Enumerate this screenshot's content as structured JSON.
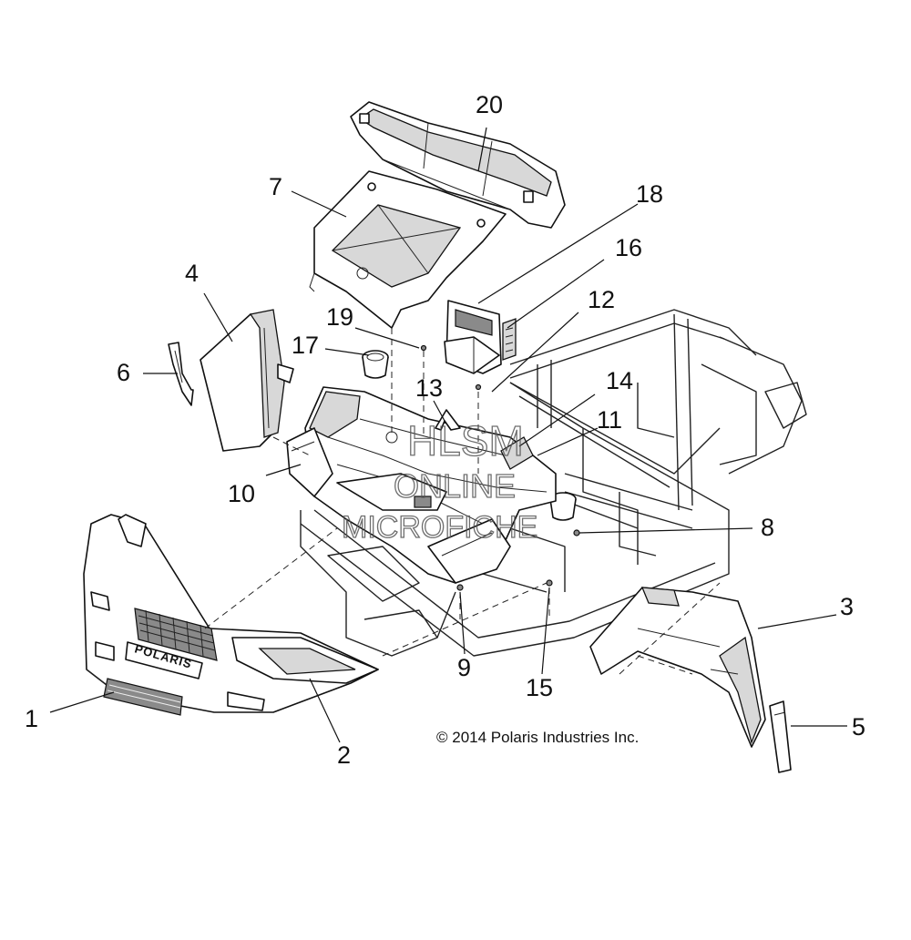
{
  "callouts": [
    {
      "id": "c1",
      "label": "1"
    },
    {
      "id": "c2",
      "label": "2"
    },
    {
      "id": "c3",
      "label": "3"
    },
    {
      "id": "c4",
      "label": "4"
    },
    {
      "id": "c5",
      "label": "5"
    },
    {
      "id": "c6",
      "label": "6"
    },
    {
      "id": "c7",
      "label": "7"
    },
    {
      "id": "c8",
      "label": "8"
    },
    {
      "id": "c9",
      "label": "9"
    },
    {
      "id": "c10",
      "label": "10"
    },
    {
      "id": "c11",
      "label": "11"
    },
    {
      "id": "c12",
      "label": "12"
    },
    {
      "id": "c13",
      "label": "13"
    },
    {
      "id": "c14",
      "label": "14"
    },
    {
      "id": "c15",
      "label": "15"
    },
    {
      "id": "c16",
      "label": "16"
    },
    {
      "id": "c17",
      "label": "17"
    },
    {
      "id": "c18",
      "label": "18"
    },
    {
      "id": "c19",
      "label": "19"
    },
    {
      "id": "c20",
      "label": "20"
    }
  ],
  "copyright": "© 2014 Polaris Industries Inc.",
  "bumper_logo": "POLARIS",
  "watermark": {
    "line1": "HLSM",
    "line2": "ONLINE",
    "line3": "MICROFICHE"
  }
}
